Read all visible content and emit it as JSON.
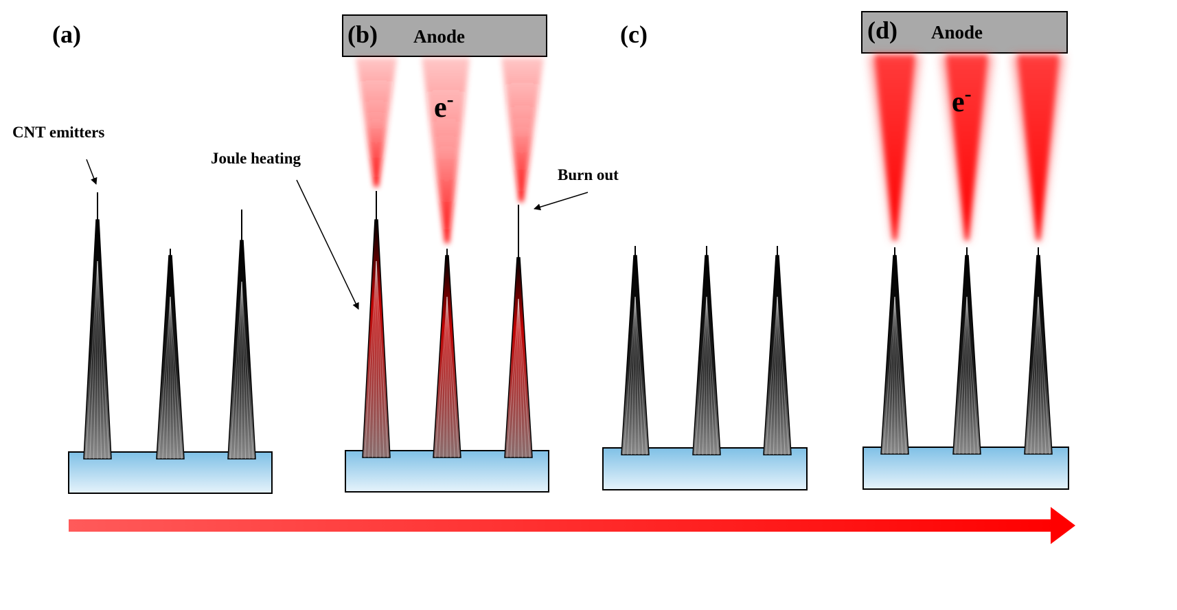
{
  "panels": [
    {
      "id": "a",
      "label": "(a)",
      "has_anode": false
    },
    {
      "id": "b",
      "label": "(b)",
      "has_anode": true
    },
    {
      "id": "c",
      "label": "(c)",
      "has_anode": false
    },
    {
      "id": "d",
      "label": "(d)",
      "has_anode": true
    }
  ],
  "anode_label": "Anode",
  "electron_symbol": "e",
  "electron_charge": "-",
  "annotations": {
    "cnt_emitters": "CNT emitters",
    "joule_heating": "Joule heating",
    "burn_out": "Burn out"
  },
  "colors": {
    "substrate_top": "#7fc0e6",
    "substrate_bottom": "#e6f3fb",
    "anode_fill": "#a9a9a9",
    "beam": "#ff0000",
    "arrow": "#ff1a1a",
    "emitter": "#000000"
  }
}
